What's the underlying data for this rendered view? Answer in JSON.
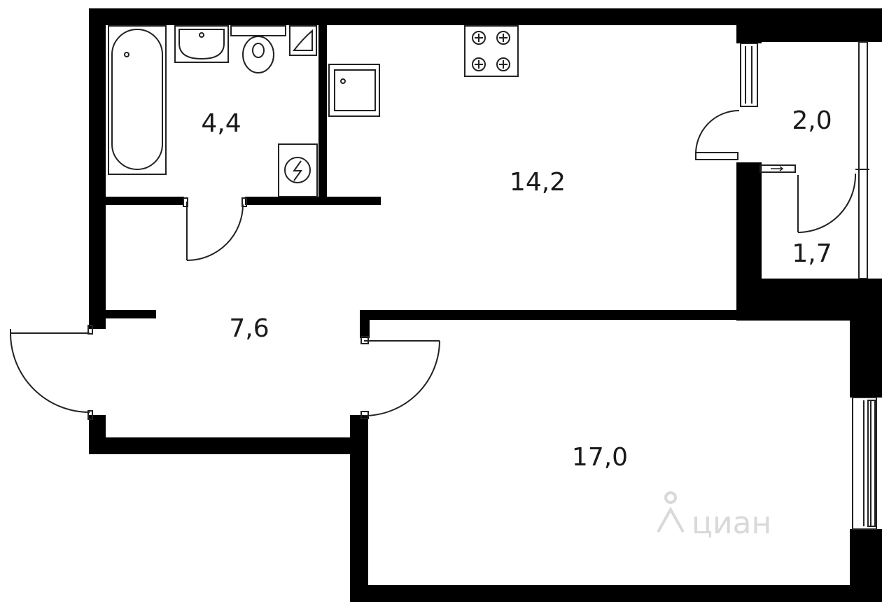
{
  "rooms": [
    {
      "id": "bathroom",
      "area_label": "4,4"
    },
    {
      "id": "kitchen",
      "area_label": "14,2"
    },
    {
      "id": "balcony-upper",
      "area_label": "2,0"
    },
    {
      "id": "balcony-lower",
      "area_label": "1,7"
    },
    {
      "id": "hallway",
      "area_label": "7,6"
    },
    {
      "id": "living-room",
      "area_label": "17,0"
    }
  ],
  "watermark": {
    "text": "циан"
  },
  "colors": {
    "wall": "#000000",
    "background": "#ffffff",
    "text": "#1a1a1a",
    "watermark": "#d9d9d9"
  }
}
